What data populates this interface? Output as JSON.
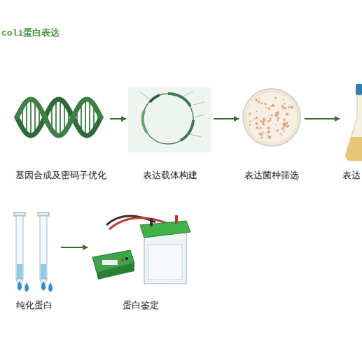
{
  "diagram": {
    "title": "coli蛋白表达",
    "nodes": [
      {
        "text": [
          "基因合成及密码子优化"
        ]
      },
      {
        "text": [
          "表达载体构建"
        ]
      },
      {
        "text": [
          "表达菌种筛选"
        ]
      },
      {
        "text": [
          "表达"
        ]
      },
      {
        "text": [
          "纯化蛋白"
        ]
      },
      {
        "text": [
          "蛋白鉴定"
        ]
      }
    ],
    "edges": [
      {
        "from": 0,
        "to": 1,
        "arrow": "to"
      },
      {
        "from": 1,
        "to": 2,
        "arrow": "to"
      },
      {
        "from": 2,
        "to": 3,
        "arrow": "to"
      },
      {
        "from": 4,
        "to": 5,
        "arrow": "to"
      }
    ]
  }
}
